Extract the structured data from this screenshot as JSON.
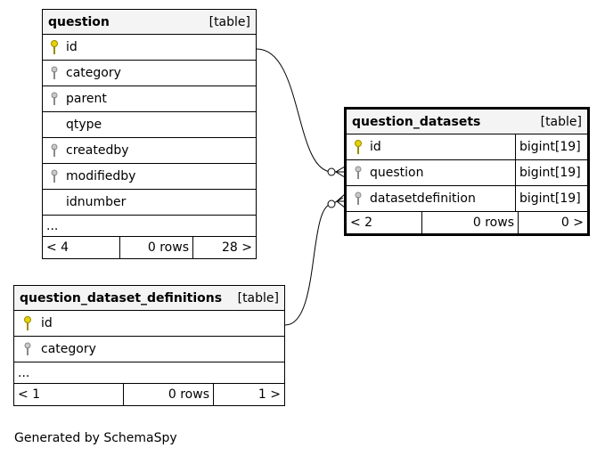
{
  "colors": {
    "primary_key": "#e6d200",
    "foreign_key": "#a8a8a8",
    "header_bg": "#f4f4f4"
  },
  "tables": {
    "question": {
      "name": "question",
      "kind": "[table]",
      "columns": [
        {
          "name": "id",
          "icon": "primary-key-icon"
        },
        {
          "name": "category",
          "icon": "foreign-key-icon"
        },
        {
          "name": "parent",
          "icon": "foreign-key-icon"
        },
        {
          "name": "qtype",
          "icon": ""
        },
        {
          "name": "createdby",
          "icon": "foreign-key-icon"
        },
        {
          "name": "modifiedby",
          "icon": "foreign-key-icon"
        },
        {
          "name": "idnumber",
          "icon": ""
        }
      ],
      "more": "...",
      "footer": {
        "parents": "< 4",
        "rows": "0 rows",
        "children": "28 >"
      }
    },
    "question_datasets": {
      "name": "question_datasets",
      "kind": "[table]",
      "columns": [
        {
          "name": "id",
          "icon": "primary-key-icon",
          "type": "bigint[19]"
        },
        {
          "name": "question",
          "icon": "foreign-key-icon",
          "type": "bigint[19]"
        },
        {
          "name": "datasetdefinition",
          "icon": "foreign-key-icon",
          "type": "bigint[19]"
        }
      ],
      "footer": {
        "parents": "< 2",
        "rows": "0 rows",
        "children": "0 >"
      }
    },
    "question_dataset_definitions": {
      "name": "question_dataset_definitions",
      "kind": "[table]",
      "columns": [
        {
          "name": "id",
          "icon": "primary-key-icon"
        },
        {
          "name": "category",
          "icon": "foreign-key-icon"
        }
      ],
      "more": "...",
      "footer": {
        "parents": "< 1",
        "rows": "0 rows",
        "children": "1 >"
      }
    }
  },
  "generated_by": "Generated by SchemaSpy"
}
